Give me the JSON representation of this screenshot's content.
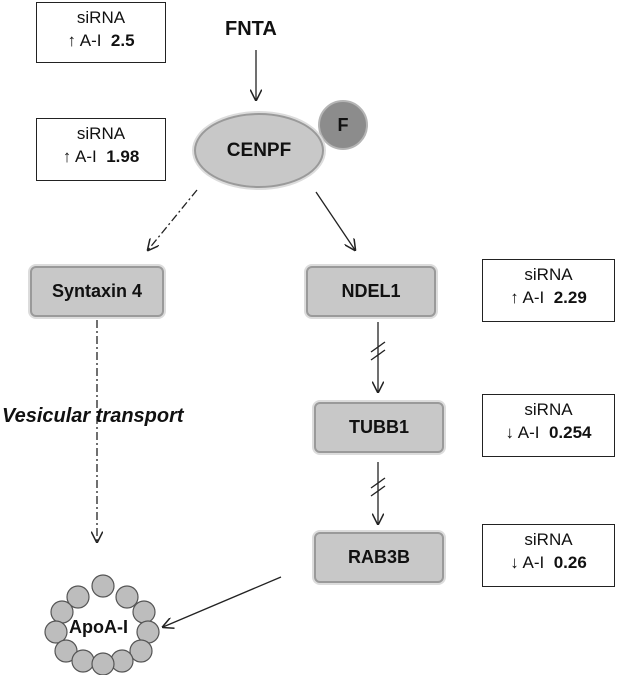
{
  "top": {
    "fnta": "FNTA"
  },
  "cenpf": {
    "label": "CENPF",
    "f_badge": "F"
  },
  "nodes": {
    "syntaxin4": "Syntaxin 4",
    "ndel1": "NDEL1",
    "tubb1": "TUBB1",
    "rab3b": "RAB3B"
  },
  "vesicular_transport": "Vesicular transport",
  "apoa1": "ApoA-I",
  "sirna_boxes": [
    {
      "title": "siRNA",
      "direction": "↑",
      "marker": "A-I",
      "value": "2.5"
    },
    {
      "title": "siRNA",
      "direction": "↑",
      "marker": "A-I",
      "value": "1.98"
    },
    {
      "title": "siRNA",
      "direction": "↑",
      "marker": "A-I",
      "value": "2.29"
    },
    {
      "title": "siRNA",
      "direction": "↓",
      "marker": "A-I",
      "value": "0.254"
    },
    {
      "title": "siRNA",
      "direction": "↓",
      "marker": "A-I",
      "value": "0.26"
    }
  ],
  "colors": {
    "node_fill": "#c8c8c8",
    "node_border": "#9a9a9a",
    "f_badge": "#8c8c8c",
    "ring": "#bdbdbd"
  }
}
